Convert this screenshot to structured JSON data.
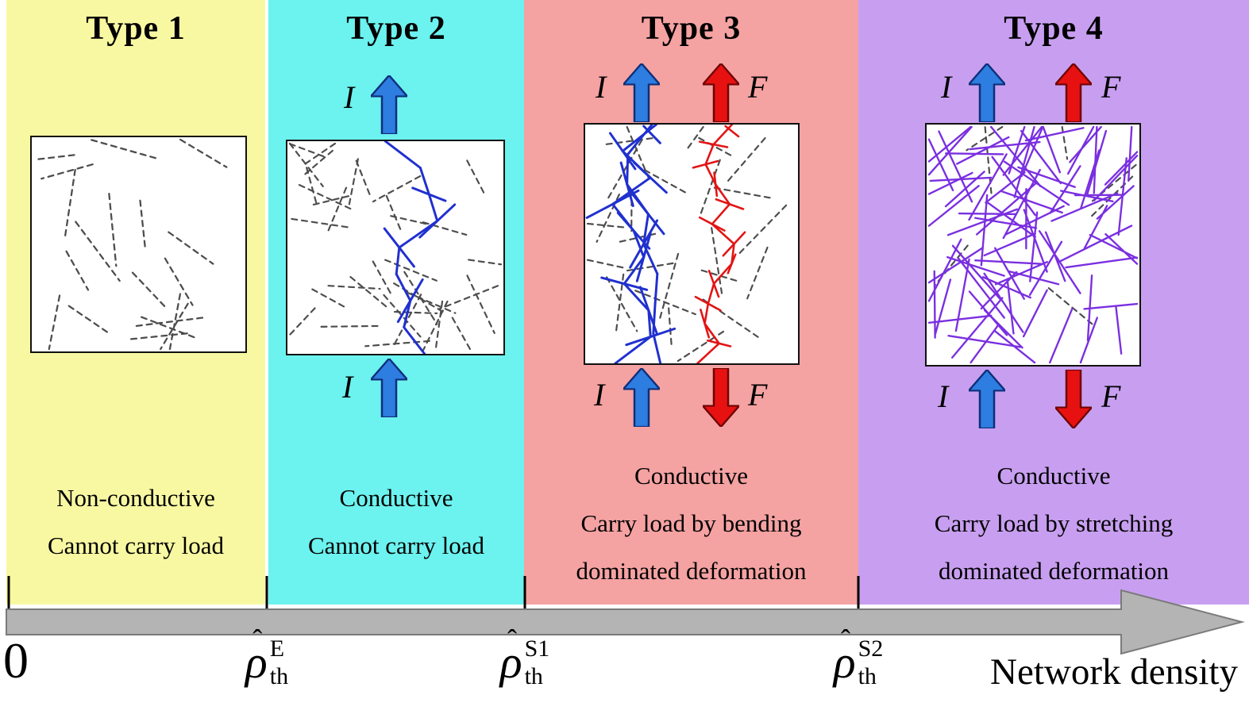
{
  "labels": {
    "current": "I",
    "force": "F"
  },
  "panels": [
    {
      "title": "Type 1",
      "bg_color": "#f8f8a2",
      "description": [
        "Non-conductive",
        "Cannot carry load"
      ],
      "network": {
        "style": "sparse_dashed"
      },
      "top_arrows": [],
      "bottom_arrows": []
    },
    {
      "title": "Type 2",
      "bg_color": "#6cf2ef",
      "description": [
        "Conductive",
        "Cannot carry load"
      ],
      "network": {
        "style": "percolated_conductive"
      },
      "top_arrows": [
        {
          "label": "I",
          "color": "blue",
          "direction": "up"
        }
      ],
      "bottom_arrows": [
        {
          "label": "I",
          "color": "blue",
          "direction": "up"
        }
      ]
    },
    {
      "title": "Type 3",
      "bg_color": "#f5a2a2",
      "description": [
        "Conductive",
        "Carry load by bending",
        "dominated deformation"
      ],
      "network": {
        "style": "conductive_bending_cluster"
      },
      "top_arrows": [
        {
          "label": "I",
          "color": "blue",
          "direction": "up"
        },
        {
          "label": "F",
          "color": "red",
          "direction": "up"
        }
      ],
      "bottom_arrows": [
        {
          "label": "I",
          "color": "blue",
          "direction": "up"
        },
        {
          "label": "F",
          "color": "red",
          "direction": "down"
        }
      ]
    },
    {
      "title": "Type 4",
      "bg_color": "#c89ff0",
      "description": [
        "Conductive",
        "Carry load by stretching",
        "dominated deformation"
      ],
      "network": {
        "style": "dense_stretching"
      },
      "top_arrows": [
        {
          "label": "I",
          "color": "blue",
          "direction": "up"
        },
        {
          "label": "F",
          "color": "red",
          "direction": "up"
        }
      ],
      "bottom_arrows": [
        {
          "label": "I",
          "color": "blue",
          "direction": "up"
        },
        {
          "label": "F",
          "color": "red",
          "direction": "down"
        }
      ]
    }
  ],
  "axis": {
    "origin": "0",
    "ticks": [
      {
        "base": "ρ",
        "hat": "ˆ",
        "sub": "th",
        "sup": "E"
      },
      {
        "base": "ρ",
        "hat": "ˆ",
        "sub": "th",
        "sup": "S1"
      },
      {
        "base": "ρ",
        "hat": "ˆ",
        "sub": "th",
        "sup": "S2"
      }
    ],
    "label": "Network density"
  },
  "colors": {
    "arrow_blue": "#2e7de0",
    "arrow_blue_dark": "#0d2f7a",
    "arrow_red": "#e81111",
    "arrow_red_dark": "#6e0404",
    "stick_blue": "#2030cf",
    "stick_red": "#e31414",
    "stick_purple": "#7a2fe0",
    "stick_gray": "#4d4d4d",
    "axis_gray": "#b4b4b4",
    "axis_gray_border": "#7a7a7a"
  }
}
